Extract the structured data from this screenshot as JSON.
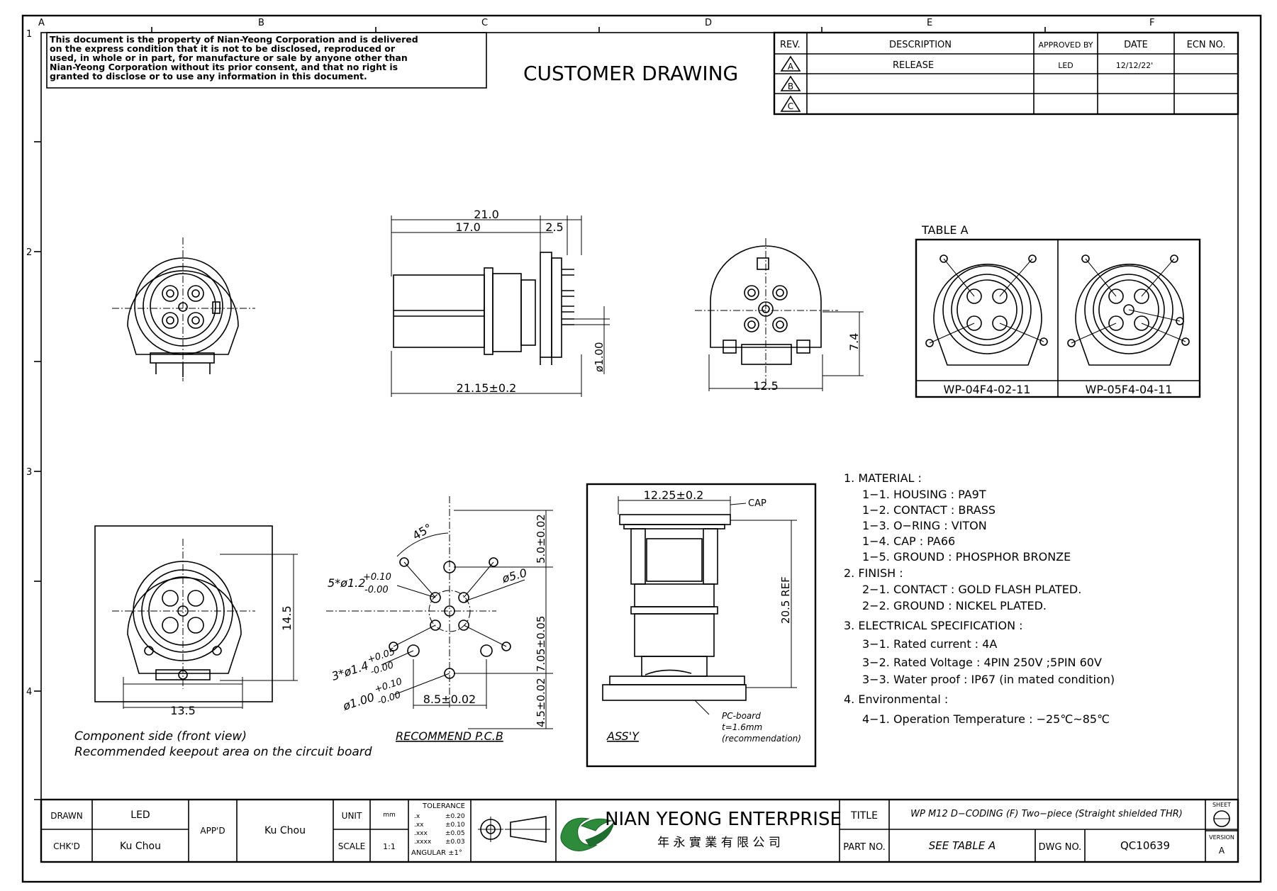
{
  "notice": [
    "This document is the property of Nian-Yeong Corporation and is delivered",
    "on  the  express condition that it is not to be disclosed, reproduced or",
    "used, in whole or in part, for manufacture or sale by anyone other than",
    "Nian-Yeong Corporation without  its prior consent, and that  no right  is",
    "granted  to disclose or  to use any information in  this  document."
  ],
  "heading": "CUSTOMER  DRAWING",
  "grid": {
    "cols": [
      "A",
      "B",
      "C",
      "D",
      "E",
      "F"
    ],
    "rows": [
      "1",
      "2",
      "3",
      "4"
    ]
  },
  "revision_table": {
    "headers": [
      "REV.",
      "DESCRIPTION",
      "APPROVED BY",
      "DATE",
      "ECN NO."
    ],
    "rows": [
      {
        "rev": "A",
        "description": "RELEASE",
        "approved": "LED",
        "date": "12/12/22'",
        "ecn": ""
      },
      {
        "rev": "B",
        "description": "",
        "approved": "",
        "date": "",
        "ecn": ""
      },
      {
        "rev": "C",
        "description": "",
        "approved": "",
        "date": "",
        "ecn": ""
      }
    ]
  },
  "side_view": {
    "dim_total": "21.0",
    "dim_body": "17.0",
    "dim_flange": "2.5",
    "dim_length": "21.15±0.2",
    "dim_pin": "ø1.00"
  },
  "rear_view": {
    "dim_height": "7.4",
    "dim_width": "12.5"
  },
  "table_a": {
    "title": "TABLE A",
    "parts": [
      "WP-04F4-02-11",
      "WP-05F4-04-11"
    ]
  },
  "front_view": {
    "dim_width": "13.5",
    "dim_height": "14.5",
    "caption": [
      "Component side (front view)",
      "Recommended keepout area on the circuit board"
    ]
  },
  "pcb": {
    "angle": "45°",
    "hole_a": "5*ø1.2",
    "hole_a_tol": [
      "+0.10",
      "-0.00"
    ],
    "circle": "ø5.0",
    "hole_b": "3*ø1.4",
    "hole_b_tol": [
      "+0.05",
      "-0.00"
    ],
    "hole_c": "ø1.00",
    "hole_c_tol": [
      "+0.10",
      "-0.00"
    ],
    "dim_top": "5.0±0.02",
    "dim_mid": "7.05±0.05",
    "dim_bot": "4.5±0.02",
    "dim_horiz": "8.5±0.02",
    "caption": "RECOMMEND P.C.B"
  },
  "assembly": {
    "dim_width": "12.25±0.2",
    "cap_label": "CAP",
    "dim_height": "20.5 REF",
    "pcb_note": [
      "PC-board",
      "t=1.6mm",
      "(recommendation)"
    ],
    "caption": "ASS'Y"
  },
  "specs": [
    "1.  MATERIAL  :",
    "1−1.  HOUSING  :  PA9T",
    "1−2.  CONTACT  :  BRASS",
    "1−3.  O−RING  :  VITON",
    "1−4.  CAP  :  PA66",
    "1−5.  GROUND  :  PHOSPHOR  BRONZE",
    "2.  FINISH  :",
    "2−1.  CONTACT  :  GOLD  FLASH  PLATED.",
    "2−2.  GROUND  :  NICKEL  PLATED.",
    "3.  ELECTRICAL  SPECIFICATION  :",
    "3−1.  Rated  current  :  4A",
    "3−2.  Rated  Voltage  :  4PIN  250V  ;5PIN  60V",
    "3−3.  Water  proof  :  IP67  (in  mated  condition)",
    "4.  Environmental  :",
    "4−1.  Operation  Temperature  :  −25℃~85℃"
  ],
  "title_block": {
    "drawn_label": "DRAWN",
    "drawn": "LED",
    "chkd_label": "CHK'D",
    "chkd": "Ku Chou",
    "appd_label": "APP'D",
    "appd": "Ku Chou",
    "unit_label": "UNIT",
    "unit": "mm",
    "scale_label": "SCALE",
    "scale": "1:1",
    "tolerance_title": "TOLERANCE",
    "tolerances": [
      [
        ".x",
        "±0.20"
      ],
      [
        ".xx",
        "±0.10"
      ],
      [
        ".xxx",
        "±0.05"
      ],
      [
        ".xxxx",
        "±0.03"
      ]
    ],
    "angular": "ANGULAR   ±1°",
    "company": "NIAN YEONG ENTERPRISE",
    "company_cn": "年 永 實 業 有 限 公 司",
    "title_label": "TITLE",
    "title": "WP M12 D−CODING (F) Two−piece (Straight shielded THR)",
    "part_label": "PART NO.",
    "part": "SEE TABLE A",
    "dwg_label": "DWG NO.",
    "dwg": "QC10639",
    "sheet_label": "SHEET",
    "version_label": "VERSION",
    "version": "A"
  }
}
